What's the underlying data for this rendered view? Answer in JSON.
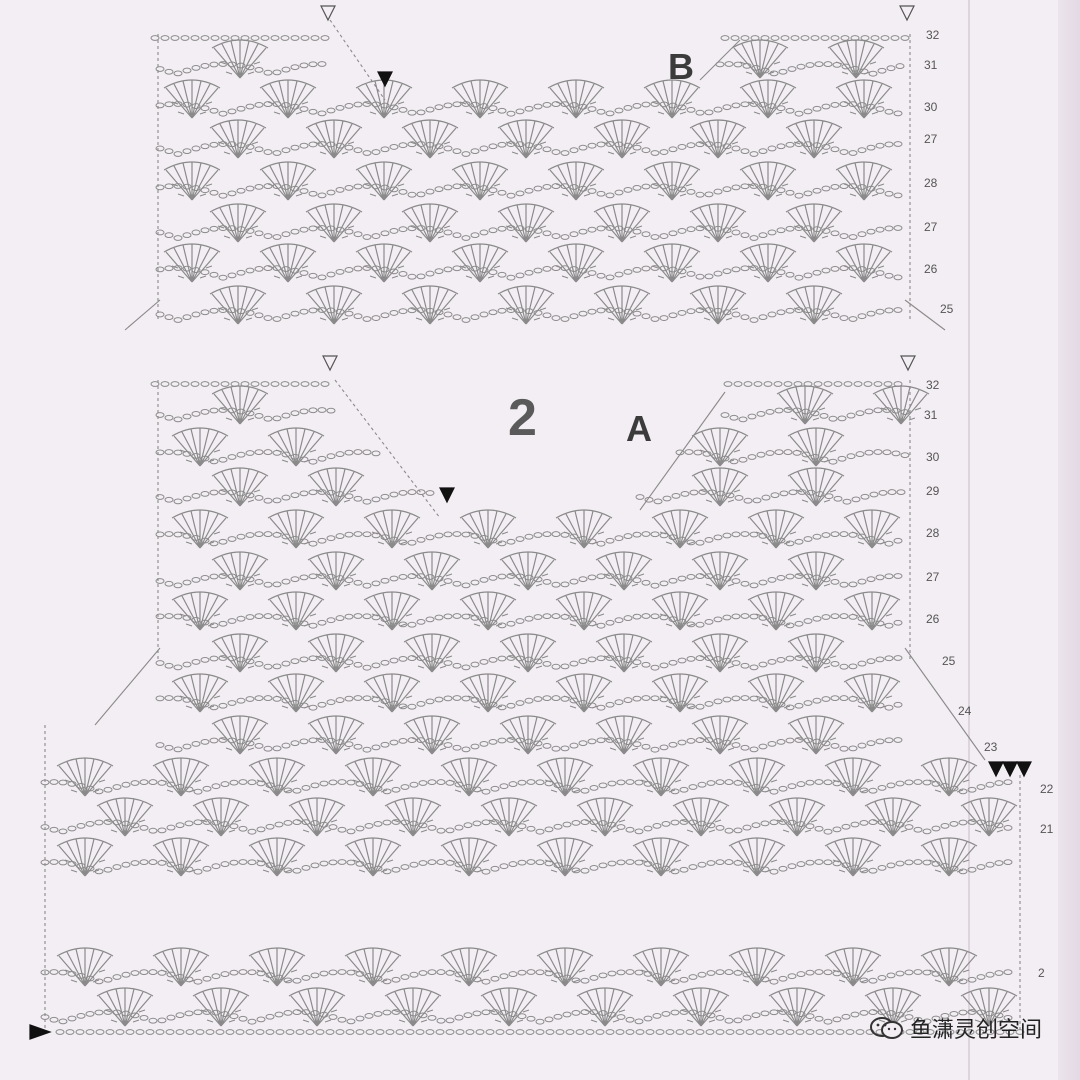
{
  "labels": {
    "chart_number": "2",
    "piece_a": "A",
    "piece_b": "B"
  },
  "diagram_b": {
    "row_numbers": [
      "32",
      "31",
      "30",
      "27",
      "28",
      "27",
      "26",
      "25"
    ]
  },
  "diagram_a": {
    "row_numbers_upper": [
      "32",
      "31",
      "30",
      "29",
      "28",
      "27",
      "26",
      "25",
      "24",
      "23",
      "22",
      "21"
    ],
    "row_numbers_lower": [
      "2"
    ]
  },
  "watermark": {
    "text": "鱼潇灵创空间",
    "icon": "wechat-logo-icon"
  },
  "colors": {
    "ink": "#8a8a8a",
    "background": "#f3eef3"
  }
}
